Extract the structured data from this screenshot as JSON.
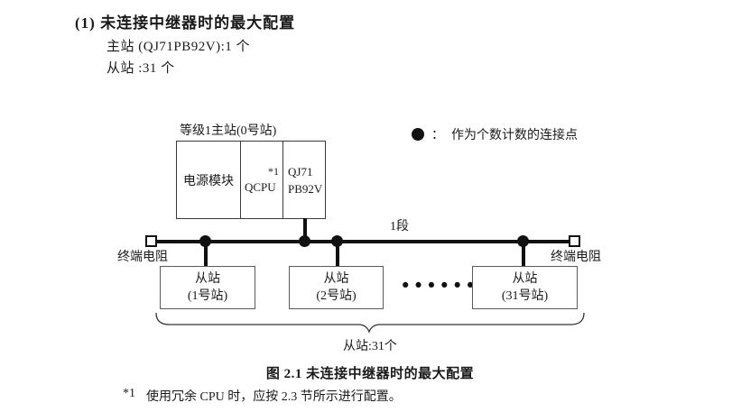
{
  "colors": {
    "text": "#1a1a1a",
    "line": "#111111",
    "master_border": "#3a3a3a",
    "slave_border": "#5a5a5a"
  },
  "header": {
    "title": "(1) 未连接中继器时的最大配置",
    "master_line": "主站 (QJ71PB92V):1 个",
    "slave_line": "从站 :31 个"
  },
  "diagram": {
    "master_label": "等级1主站(0号站)",
    "master_modules": {
      "power": "电源模块",
      "cpu": "QCPU",
      "cpu_footnote_ref": "*1",
      "network_line1": "QJ71",
      "network_line2": "PB92V"
    },
    "legend": {
      "colon": "：",
      "text": "作为个数计数的连接点"
    },
    "segment_label": "1段",
    "terminator_left_label": "终端电阻",
    "terminator_right_label": "终端电阻",
    "slaves": [
      {
        "name": "从站",
        "station": "(1号站)"
      },
      {
        "name": "从站",
        "station": "(2号站)"
      },
      {
        "name": "从站",
        "station": "(31号站)"
      }
    ],
    "ellipsis": "••••••",
    "brace_label": "从站:31个"
  },
  "caption": "图 2.1 未连接中继器时的最大配置",
  "footnote": {
    "marker": "*1",
    "text": "使用冗余 CPU 时，应按 2.3 节所示进行配置。"
  }
}
